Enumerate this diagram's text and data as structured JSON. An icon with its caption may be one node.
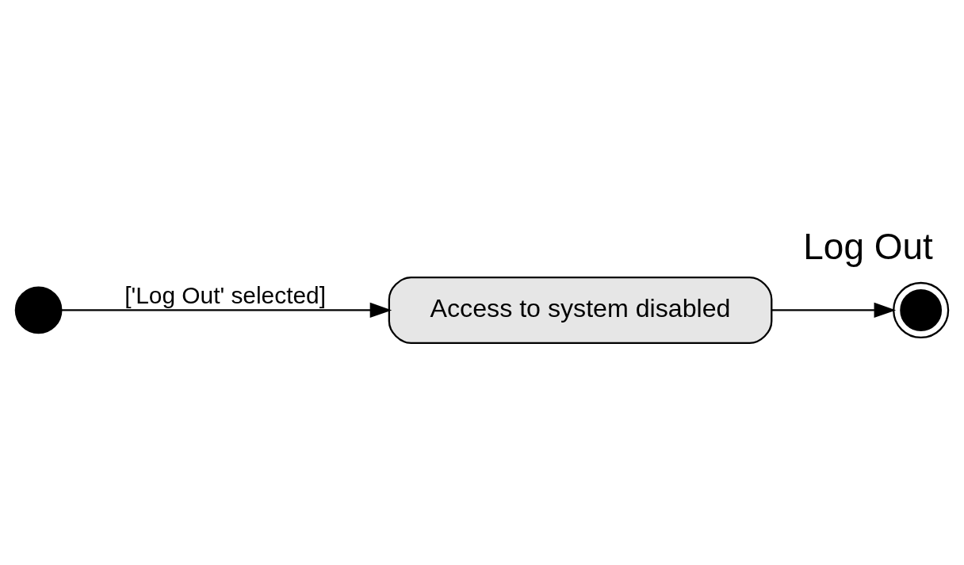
{
  "diagram": {
    "title": "Log Out",
    "nodes": [
      {
        "text": [],
        "shape": "circle"
      },
      {
        "text": [
          "Access to system disabled"
        ]
      },
      {
        "text": [],
        "shape": "doublecircle"
      }
    ],
    "edges": [
      {
        "from": 0,
        "to": 1,
        "arrow": "to",
        "label": "['Log Out' selected]"
      },
      {
        "from": 1,
        "to": 2,
        "arrow": "to"
      }
    ]
  }
}
